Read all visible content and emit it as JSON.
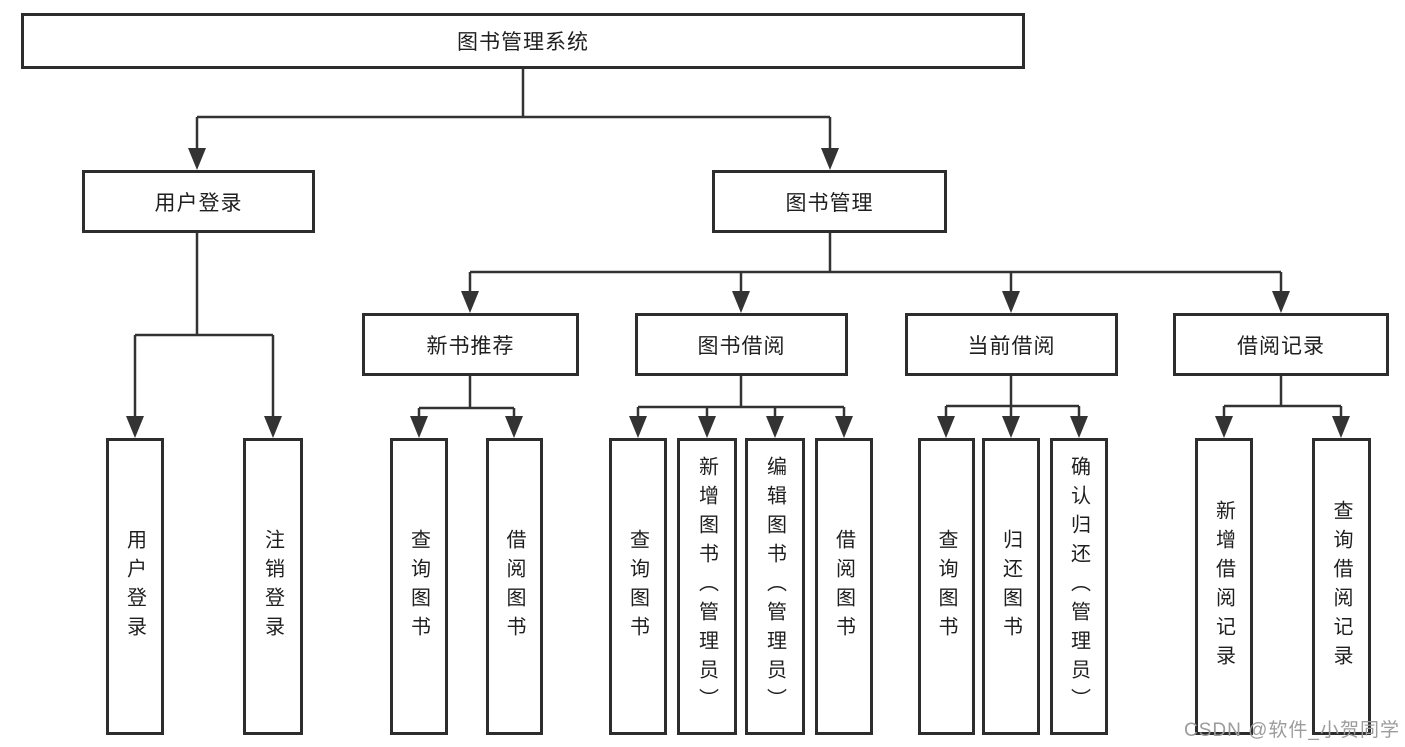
{
  "diagram_type": "feature-tree",
  "tree": {
    "label": "图书管理系统",
    "children": [
      {
        "label": "用户登录",
        "children": [
          {
            "label": "用户登录"
          },
          {
            "label": "注销登录"
          }
        ]
      },
      {
        "label": "图书管理",
        "children": [
          {
            "label": "新书推荐",
            "children": [
              {
                "label": "查询图书"
              },
              {
                "label": "借阅图书"
              }
            ]
          },
          {
            "label": "图书借阅",
            "children": [
              {
                "label": "查询图书"
              },
              {
                "label": "新增图书（管理员）"
              },
              {
                "label": "编辑图书（管理员）"
              },
              {
                "label": "借阅图书"
              }
            ]
          },
          {
            "label": "当前借阅",
            "children": [
              {
                "label": "查询图书"
              },
              {
                "label": "归还图书"
              },
              {
                "label": "确认归还（管理员）"
              }
            ]
          },
          {
            "label": "借阅记录",
            "children": [
              {
                "label": "新增借阅记录"
              },
              {
                "label": "查询借阅记录"
              }
            ]
          }
        ]
      }
    ]
  },
  "watermark": {
    "text": "CSDN @软件_小贺同学"
  },
  "colors": {
    "background": "#ffffff",
    "box_border": "#2d2d2d",
    "line": "#333333",
    "text": "#1f1f1f",
    "watermark": "#9c9c9c"
  }
}
